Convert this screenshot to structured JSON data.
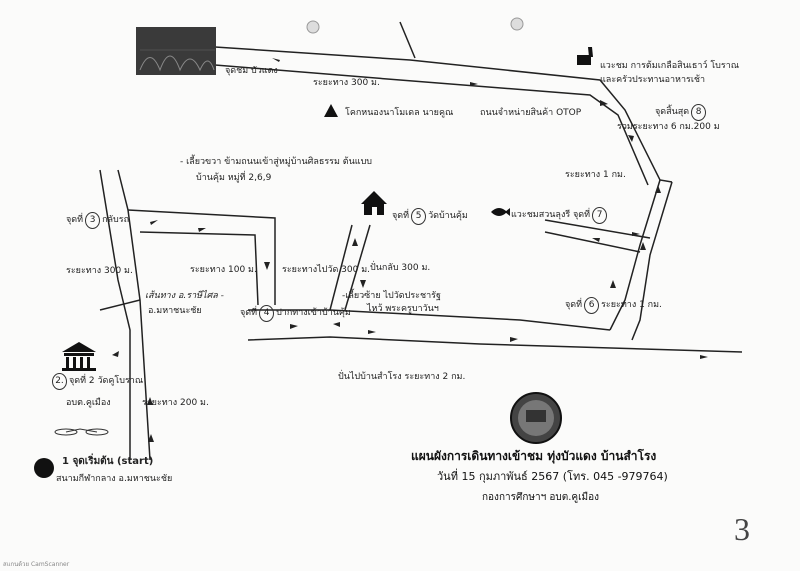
{
  "labels": {
    "viewpoint": "จุดชม บัวแดง",
    "distance_300": "ระยะทาง  300 ม.",
    "shop": "โคกหนองนาโมเดล นายคูณ",
    "otop": "ถนนจำหน่ายสินค้า OTOP",
    "salt_line1": "แวะชม การต้มเกลือสินเธาว์ โบราณ",
    "salt_line2": "และครัวประทานอาหารเช้า",
    "end_point": "จุดสิ้นสุด",
    "end_num": "8",
    "total_distance": "รวมระยะทาง 6 กม.200   ม",
    "distance_1km_a": "ระยะทาง   1 กม.",
    "turn_line1": "- เลี้ยวขวา ข้ามถนนเข้าสู่หมู่บ้านศิลธรรม ต้นแบบ",
    "turn_line2": "บ้านคุ้ม หมู่ที่ 2,6,9",
    "p3_label": "จุดที่",
    "p3_num": "3",
    "p3_text": "กลับรถ",
    "p5_label": "จุดที่",
    "p5_num": "5",
    "p5_text": "วัดบ้านคุ้ม",
    "p7_text": "แวะชมสวนลุงรี  จุดที่",
    "p7_num": "7",
    "dist_300a": "ระยะทาง 300 ม.",
    "dist_100": "ระยะทาง 100 ม.",
    "dist_to_temple": "ระยะทางไปวัด   300  ม.",
    "return_300": "ปั่นกลับ 300 ม.",
    "p6_label": "จุดที่",
    "p6_num": "6",
    "p6_text": "ระยะทาง 1 กม.",
    "route_line1": "เส้นทาง อ.ราษีไศล -",
    "route_line2": "อ.มหาชนะชัย",
    "p4_label": "จุดที่",
    "p4_num": "4",
    "p4_text": "ปากทางเข้าบ้านคุ้ม",
    "turn_left_line1": "-เลี้ยวซ้าย ไปวัดประชารัฐ",
    "turn_left_line2": "ไหว้ พระครูบาวันฯ",
    "p2_num": "2.",
    "p2_text": "จุดที่ 2 วัดคูโบราณ",
    "obt": "อบต.คูเมือง",
    "dist_200": "ระยะทาง 200 ม.",
    "ride_to": "ปั่นไปบ้านสำโรง  ระยะทาง  2  กม.",
    "p1_text": "1 จุดเริ่มต้น (start)",
    "p1_sub": "สนามกีฬากลาง อ.มหาชนะชัย"
  },
  "footer": {
    "title": "แผนผังการเดินทางเข้าชม  ทุ่งบัวแดง บ้านสำโรง",
    "date": "วันที่ 15 กุมภาพันธ์ 2567 (โทร. 045 -979764)",
    "org": "กองการศึกษาฯ  อบต.คูเมือง"
  },
  "page_number": "3",
  "watermark": "สแกนด้วย CamScanner",
  "colors": {
    "ink": "#1a1a1a",
    "paper": "#fbfbfa",
    "photo": "#3a3a3a"
  },
  "icons": [
    "lotus-photo",
    "triangle-marker",
    "salt-pot-icon",
    "temple-house-icon",
    "fish-icon",
    "museum-icon",
    "bicycle-icon",
    "start-dot-icon",
    "seal-emblem"
  ]
}
